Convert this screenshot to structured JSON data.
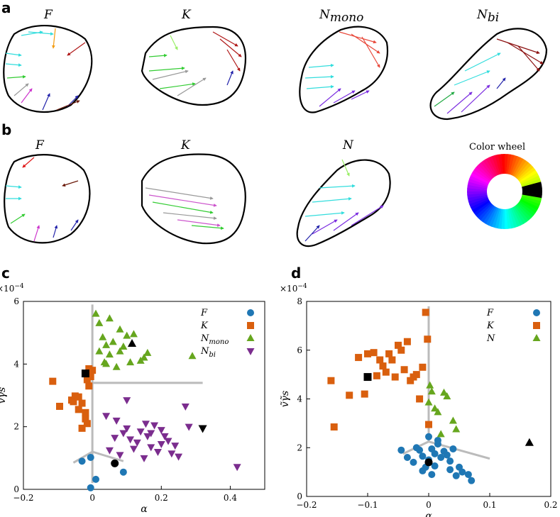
{
  "panels": {
    "a": {
      "label": "a",
      "titles": [
        "F",
        "K",
        "N",
        "N"
      ],
      "subs": [
        "",
        "",
        "mono",
        "bi"
      ]
    },
    "b": {
      "label": "b",
      "titles": [
        "F",
        "K",
        "N"
      ]
    },
    "c": {
      "label": "c"
    },
    "d": {
      "label": "d"
    }
  },
  "color_wheel": {
    "label": "Color wheel"
  },
  "chart_data": [
    {
      "type": "scatter",
      "panel": "c",
      "xlabel": "α",
      "ylabel": "ṽγ̃s",
      "y_scale_label": "×10",
      "y_scale_exp": "−4",
      "xlim": [
        -0.2,
        0.5
      ],
      "ylim": [
        0,
        6
      ],
      "xticks": [
        -0.2,
        0,
        0.2,
        0.4
      ],
      "xtick_labels": [
        "−0.2",
        "0",
        "0.2",
        "0.4"
      ],
      "yticks": [
        0,
        2,
        4,
        6
      ],
      "ytick_labels": [
        "0",
        "2",
        "4",
        "6"
      ],
      "legend_position": "top-right",
      "dividers": [
        [
          [
            0,
            5.9
          ],
          [
            0,
            3.4
          ],
          [
            0.32,
            3.4
          ]
        ],
        [
          [
            0,
            3.4
          ],
          [
            0,
            1.2
          ]
        ],
        [
          [
            0,
            1.2
          ],
          [
            -0.055,
            0.85
          ]
        ],
        [
          [
            0,
            1.2
          ],
          [
            0.09,
            0.9
          ]
        ],
        [
          [
            0,
            1.2
          ],
          [
            0,
            0.2
          ]
        ]
      ],
      "series": [
        {
          "name": "F",
          "sub": "",
          "marker": "circle",
          "color": "#1f77b4",
          "x": [
            -0.03,
            -0.005,
            0.01,
            0.09,
            -0.005
          ],
          "y": [
            0.9,
            1.02,
            0.32,
            0.55,
            0.05
          ],
          "special": {
            "x": 0.065,
            "y": 0.83
          }
        },
        {
          "name": "K",
          "sub": "",
          "marker": "square",
          "color": "#d95f0e",
          "x": [
            -0.115,
            -0.095,
            -0.06,
            -0.05,
            -0.04,
            -0.03,
            -0.02,
            -0.015,
            -0.01,
            -0.005,
            0.0,
            -0.055,
            -0.04,
            -0.03,
            -0.02,
            -0.01,
            -0.015
          ],
          "y": [
            3.45,
            2.65,
            2.85,
            2.98,
            2.55,
            2.75,
            2.25,
            2.1,
            3.3,
            3.6,
            3.8,
            2.8,
            2.95,
            1.95,
            2.45,
            3.85,
            3.5
          ],
          "special": {
            "x": -0.02,
            "y": 3.7
          }
        },
        {
          "name": "N",
          "sub": "mono",
          "marker": "triangle-up",
          "color": "#66a61e",
          "x": [
            0.01,
            0.02,
            0.05,
            0.08,
            0.1,
            0.12,
            0.03,
            0.04,
            0.06,
            0.035,
            0.08,
            0.11,
            0.15,
            0.16,
            0.05,
            0.02,
            0.09,
            0.14,
            0.29,
            0.07,
            0.04
          ],
          "y": [
            5.6,
            5.3,
            5.45,
            5.1,
            4.9,
            4.95,
            4.85,
            4.6,
            4.7,
            4.05,
            4.4,
            4.05,
            4.2,
            4.35,
            4.3,
            4.4,
            4.55,
            4.1,
            4.25,
            3.9,
            4.0
          ],
          "special": {
            "x": 0.115,
            "y": 4.65
          }
        },
        {
          "name": "N",
          "sub": "bi",
          "marker": "triangle-down",
          "color": "#7b2d8e",
          "x": [
            0.04,
            0.07,
            0.09,
            0.1,
            0.14,
            0.155,
            0.17,
            0.18,
            0.2,
            0.22,
            0.24,
            0.065,
            0.11,
            0.13,
            0.17,
            0.19,
            0.21,
            0.23,
            0.25,
            0.27,
            0.28,
            0.12,
            0.15,
            0.05,
            0.08,
            0.1,
            0.16,
            0.2,
            0.42
          ],
          "y": [
            2.35,
            2.2,
            1.8,
            1.95,
            1.85,
            2.1,
            1.8,
            2.05,
            1.9,
            1.55,
            1.4,
            1.65,
            1.6,
            1.5,
            1.35,
            1.2,
            1.7,
            1.15,
            1.05,
            2.65,
            2.0,
            1.3,
            1.0,
            1.25,
            1.1,
            2.85,
            1.7,
            1.45,
            0.72
          ],
          "special": {
            "x": 0.32,
            "y": 1.95
          }
        }
      ]
    },
    {
      "type": "scatter",
      "panel": "d",
      "xlabel": "α",
      "ylabel": "ṽγ̃s",
      "y_scale_label": "×10",
      "y_scale_exp": "−4",
      "xlim": [
        -0.2,
        0.2
      ],
      "ylim": [
        0,
        8
      ],
      "xticks": [
        -0.2,
        -0.1,
        0,
        0.1,
        0.2
      ],
      "xtick_labels": [
        "−0.2",
        "−0.1",
        "0",
        "0.1",
        "0.2"
      ],
      "yticks": [
        0,
        2,
        4,
        6,
        8
      ],
      "ytick_labels": [
        "0",
        "2",
        "4",
        "6",
        "8"
      ],
      "legend_position": "top-right",
      "dividers": [
        [
          [
            0,
            7.8
          ],
          [
            0,
            2.25
          ]
        ],
        [
          [
            0,
            2.25
          ],
          [
            -0.042,
            1.75
          ]
        ],
        [
          [
            0,
            2.25
          ],
          [
            0.1,
            1.55
          ]
        ]
      ],
      "series": [
        {
          "name": "F",
          "sub": "",
          "marker": "circle",
          "color": "#1f77b4",
          "x": [
            -0.045,
            -0.035,
            -0.025,
            -0.015,
            -0.01,
            -0.005,
            0.0,
            0.005,
            0.01,
            0.015,
            0.02,
            0.03,
            0.035,
            0.04,
            0.05,
            0.055,
            0.065,
            -0.02,
            0.0,
            0.01,
            0.025,
            0.045,
            -0.01,
            0.005,
            0.015,
            0.035,
            0.07
          ],
          "y": [
            1.9,
            1.6,
            1.4,
            1.9,
            1.65,
            1.2,
            2.45,
            1.95,
            1.75,
            2.15,
            1.6,
            1.7,
            1.45,
            1.95,
            1.2,
            1.0,
            0.9,
            2.0,
            1.5,
            1.25,
            1.85,
            0.85,
            1.05,
            0.9,
            2.3,
            1.1,
            0.65
          ],
          "special": {
            "x": 0.0,
            "y": 1.4
          }
        },
        {
          "name": "K",
          "sub": "",
          "marker": "square",
          "color": "#d95f0e",
          "x": [
            -0.16,
            -0.155,
            -0.13,
            -0.115,
            -0.105,
            -0.09,
            -0.085,
            -0.075,
            -0.07,
            -0.06,
            -0.05,
            -0.04,
            -0.035,
            -0.03,
            -0.02,
            -0.01,
            -0.005,
            -0.002,
            -0.1,
            -0.08,
            -0.065,
            -0.055,
            -0.045,
            -0.025,
            -0.015,
            0.0
          ],
          "y": [
            4.75,
            2.85,
            4.15,
            5.7,
            4.2,
            5.9,
            4.95,
            5.35,
            5.1,
            5.6,
            6.2,
            5.2,
            6.35,
            4.75,
            5.0,
            5.3,
            7.55,
            6.45,
            5.85,
            5.6,
            5.85,
            4.9,
            6.0,
            4.9,
            4.0,
            2.95
          ],
          "special": {
            "x": -0.1,
            "y": 4.9
          }
        },
        {
          "name": "N",
          "sub": "",
          "marker": "triangle-up",
          "color": "#66a61e",
          "x": [
            0.002,
            0.005,
            0.01,
            0.015,
            0.025,
            0.03,
            0.04,
            0.045,
            0.0,
            0.02
          ],
          "y": [
            4.55,
            4.3,
            3.6,
            3.45,
            4.25,
            4.1,
            3.1,
            2.75,
            3.85,
            2.55
          ],
          "special": {
            "x": 0.165,
            "y": 2.2
          }
        }
      ]
    }
  ]
}
